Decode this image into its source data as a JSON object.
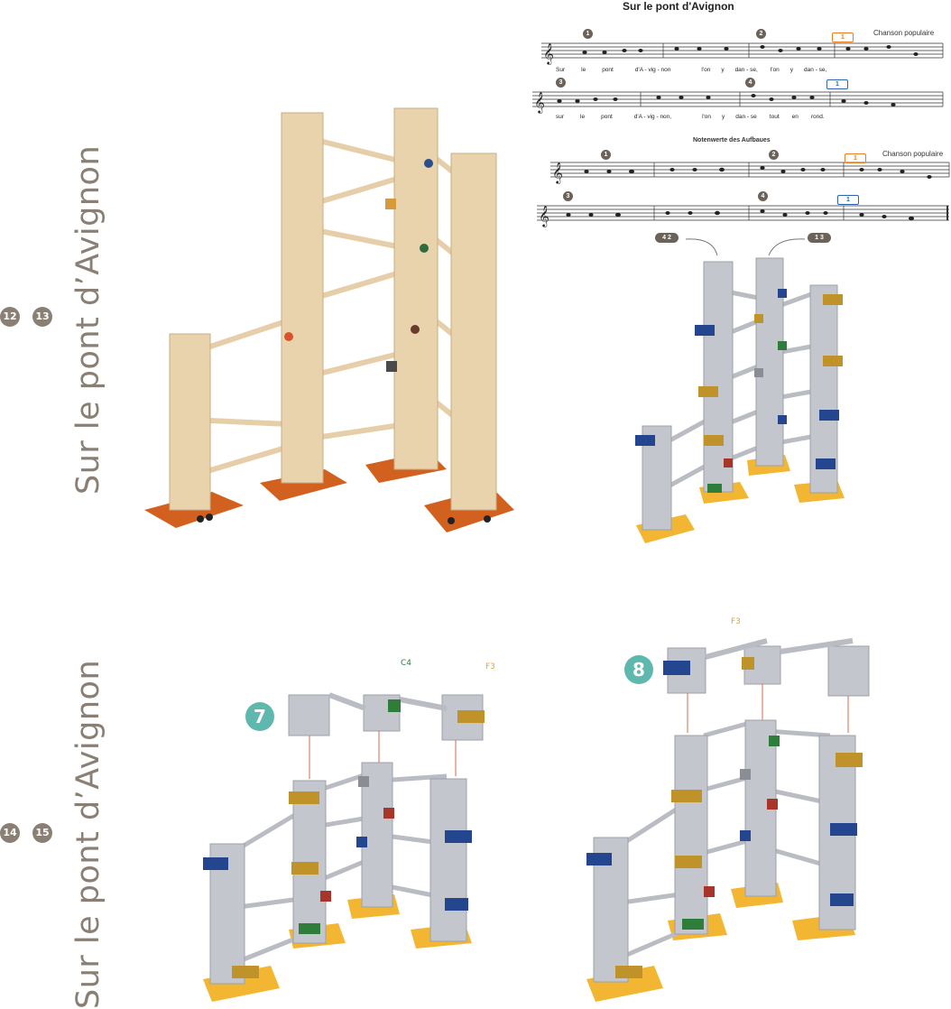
{
  "page": {
    "title_top": "Sur le pont d’Avignon",
    "title_bottom": "Sur le pont d’Avignon",
    "page_numbers_top": [
      "12",
      "13"
    ],
    "page_numbers_bottom": [
      "14",
      "15"
    ]
  },
  "score": {
    "title": "Sur le pont d'Avignon",
    "source_label": "Chanson populaire",
    "lyrics_line1": [
      "Sur",
      "le",
      "pont",
      "d'A - vig - non",
      "l'on",
      "y",
      "dan - se,",
      "l'on",
      "y",
      "dan - se,"
    ],
    "lyrics_line2": [
      "sur",
      "le",
      "pont",
      "d'A - vig - non,",
      "l'on",
      "y",
      "dan - se",
      "tout",
      "en",
      "rond."
    ],
    "markers": [
      "1",
      "2",
      "3",
      "4"
    ],
    "repeat_label_1": "1",
    "repeat_label_2": "1",
    "second_title": "Notenwerte des Aufbaues",
    "second_source_label": "Chanson populaire",
    "arrow_label_left": "4 2",
    "arrow_label_right": "1 3"
  },
  "diagram": {
    "step7": "7",
    "step8": "8",
    "note_labels_step7": [
      "C4",
      "F3"
    ],
    "note_labels_step8": [
      "F3"
    ],
    "note_colors": {
      "blue": "#24468f",
      "gold": "#c0922a",
      "green": "#2e7d3a",
      "red": "#a8342a",
      "yellow_base": "#f2b632",
      "grey_tower": "#b9bcc2"
    }
  }
}
